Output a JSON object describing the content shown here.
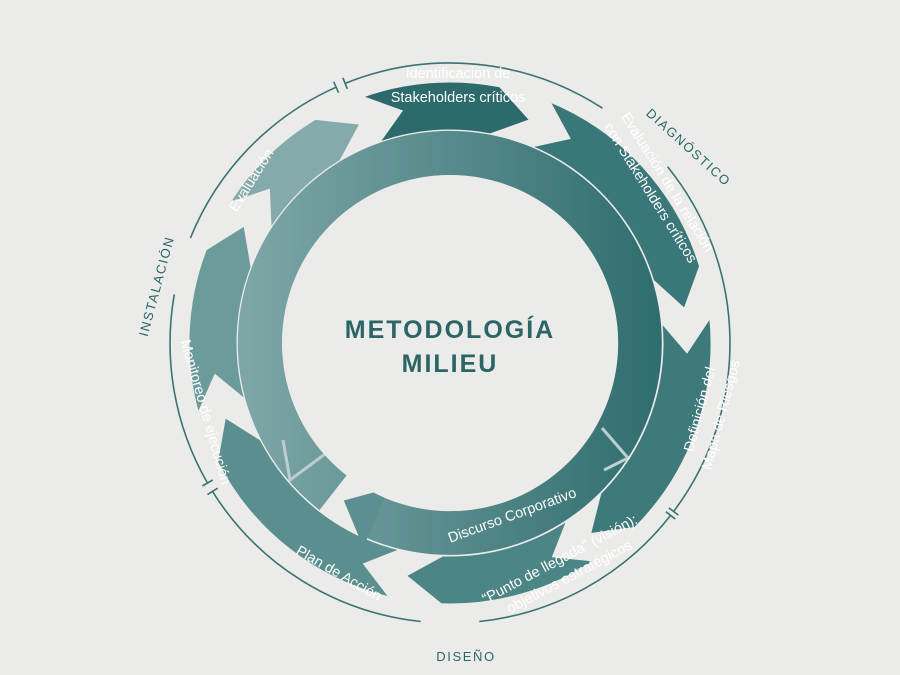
{
  "center": {
    "title_line1": "METODOLOGÍA",
    "title_line2": "MILIEU"
  },
  "inner_ring": {
    "label": "Discurso Corporativo"
  },
  "phases": {
    "diagnostico": "DIAGNÓSTICO",
    "diseno": "DISEÑO",
    "instalacion": "INSTALACIÓN"
  },
  "segments": [
    {
      "id": "identificacion",
      "lines": [
        "Identificación de",
        "Stakeholders críticos"
      ],
      "color": "#2d6a6b"
    },
    {
      "id": "evaluacion-relacion",
      "lines": [
        "Evaluación de la relación",
        "con Stakeholders críticos"
      ],
      "color": "#3a7778"
    },
    {
      "id": "mapa-riesgos",
      "lines": [
        "Definición del",
        "Mapa de Riesgos"
      ],
      "color": "#3f7a7b"
    },
    {
      "id": "punto-llegada",
      "lines": [
        "“Punto de llegada” (visión):",
        "objetivos estratégicos"
      ],
      "color": "#4c8585"
    },
    {
      "id": "plan-accion",
      "lines": [
        "Plan de Acción"
      ],
      "color": "#5a8e8f"
    },
    {
      "id": "monitoreo",
      "lines": [
        "Monitoreo de ejecución"
      ],
      "color": "#6c9b9c"
    },
    {
      "id": "evaluacion",
      "lines": [
        "Evaluación"
      ],
      "color": "#84aaab"
    }
  ],
  "colors": {
    "background": "#ebebea",
    "inner_ring_start": "#7fa7a8",
    "inner_ring_end": "#2f6d6e",
    "phase_ring": "#3a7374",
    "center_text": "#2b6566"
  }
}
